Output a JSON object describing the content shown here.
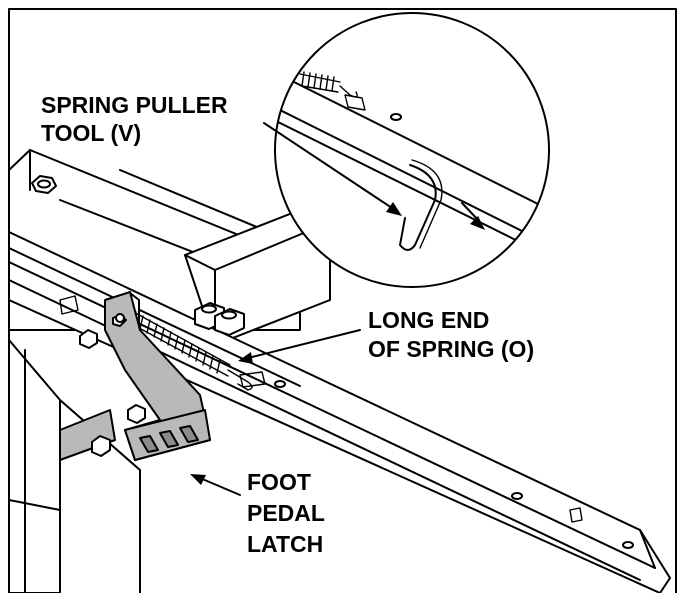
{
  "callouts": {
    "spring_puller_tool": {
      "line1": "SPRING PULLER",
      "line2": "TOOL (V)"
    },
    "long_end_of_spring": {
      "line1": "LONG END",
      "line2": "OF SPRING (O)"
    },
    "foot_pedal_latch": {
      "line1": "FOOT",
      "line2": "PEDAL",
      "line3": "LATCH"
    }
  },
  "colors": {
    "line": "#000000",
    "background": "#ffffff",
    "metal_shade": "#b9b9b9",
    "dark_shade": "#8c8c8c"
  }
}
